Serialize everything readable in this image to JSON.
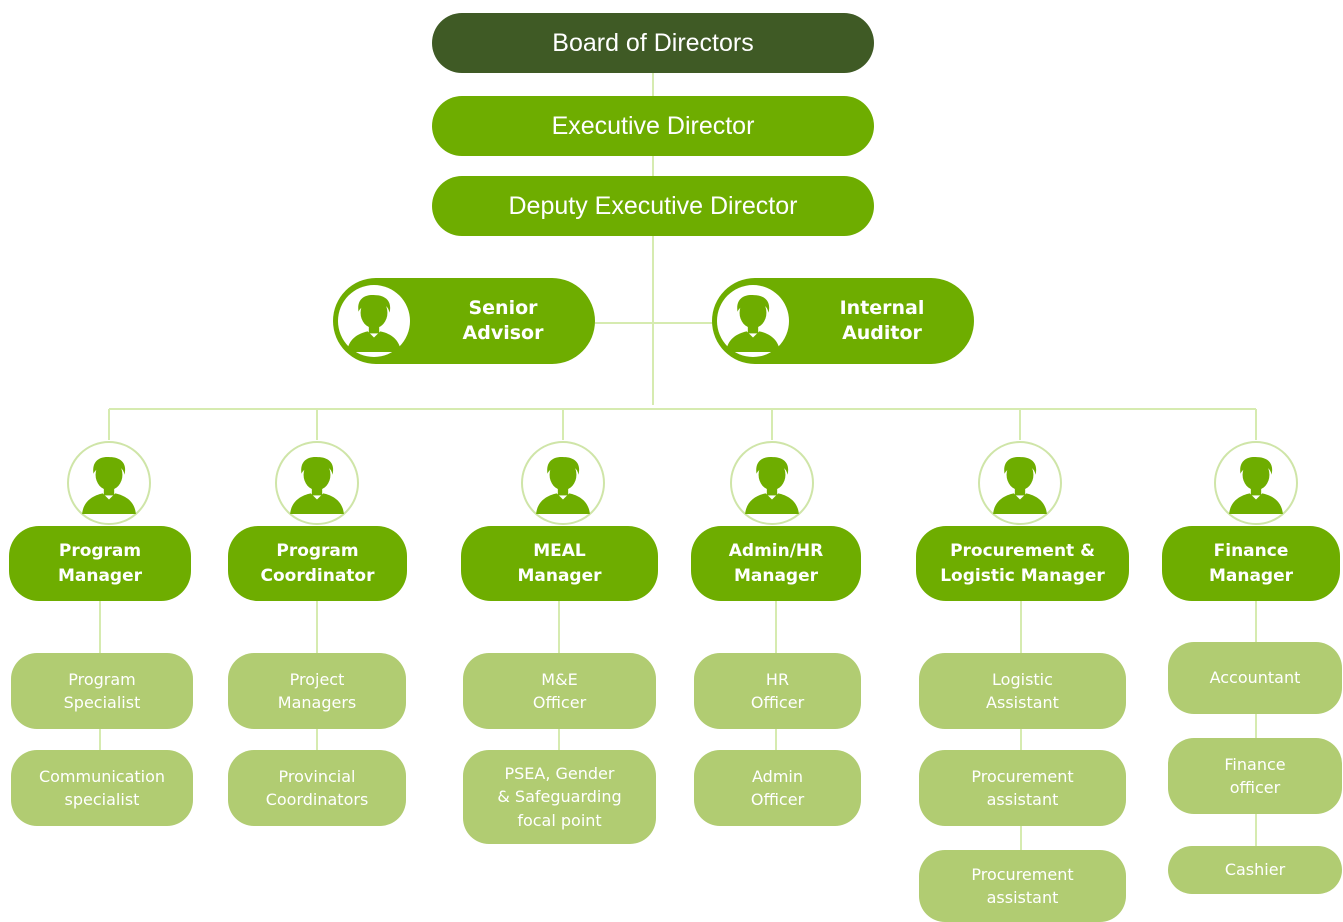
{
  "colors": {
    "board": "#3f5a25",
    "primary": "#6ead00",
    "staff": "#b1cc72",
    "connector": "#d6ebb0"
  },
  "top": {
    "board": "Board of Directors",
    "executive": "Executive Director",
    "deputy": "Deputy Executive Director"
  },
  "advisors": {
    "senior": "Senior\nAdvisor",
    "auditor": "Internal\nAuditor"
  },
  "departments": [
    {
      "manager": "Program\nManager",
      "staff": [
        "Program\nSpecialist",
        "Communication\nspecialist"
      ]
    },
    {
      "manager": "Program\nCoordinator",
      "staff": [
        "Project\nManagers",
        "Provincial\nCoordinators"
      ]
    },
    {
      "manager": "MEAL\nManager",
      "staff": [
        "M&E\nOfficer",
        "PSEA, Gender\n& Safeguarding\nfocal point"
      ]
    },
    {
      "manager": "Admin/HR\nManager",
      "staff": [
        "HR\nOfficer",
        "Admin\nOfficer"
      ]
    },
    {
      "manager": "Procurement &\nLogistic Manager",
      "staff": [
        "Logistic\nAssistant",
        "Procurement\nassistant",
        "Procurement\nassistant"
      ]
    },
    {
      "manager": "Finance\nManager",
      "staff": [
        "Accountant",
        "Finance\nofficer",
        "Cashier"
      ]
    }
  ],
  "icons": {
    "person": "person-avatar-icon"
  }
}
